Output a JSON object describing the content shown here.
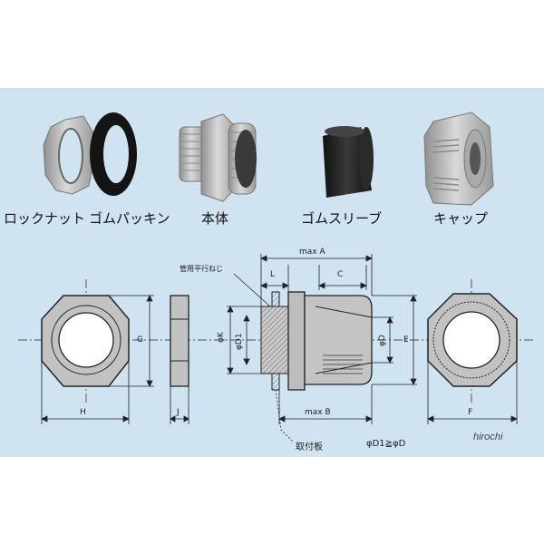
{
  "parts": [
    {
      "id": "locknut",
      "label": "ロックナット"
    },
    {
      "id": "rubber-packing",
      "label": "ゴムパッキン"
    },
    {
      "id": "body",
      "label": "本体"
    },
    {
      "id": "rubber-sleeve",
      "label": "ゴムスリーブ"
    },
    {
      "id": "cap",
      "label": "キャップ"
    }
  ],
  "dimensions": {
    "max_a": "max A",
    "l": "L",
    "c": "C",
    "thread_note": "管用平行ねじ",
    "g": "G",
    "phi_k": "φK",
    "phi_d1": "φD1",
    "phi_d": "φD",
    "e": "E",
    "h": "H",
    "j": "J",
    "max_b": "max B",
    "f": "F",
    "mounting_plate": "取付板",
    "condition": "φD1≧φD"
  },
  "watermark": "hirochi",
  "colors": {
    "background": "#cfe3f0",
    "part_grey": "#bdbdbd",
    "rubber_black": "#1a1a1a"
  }
}
